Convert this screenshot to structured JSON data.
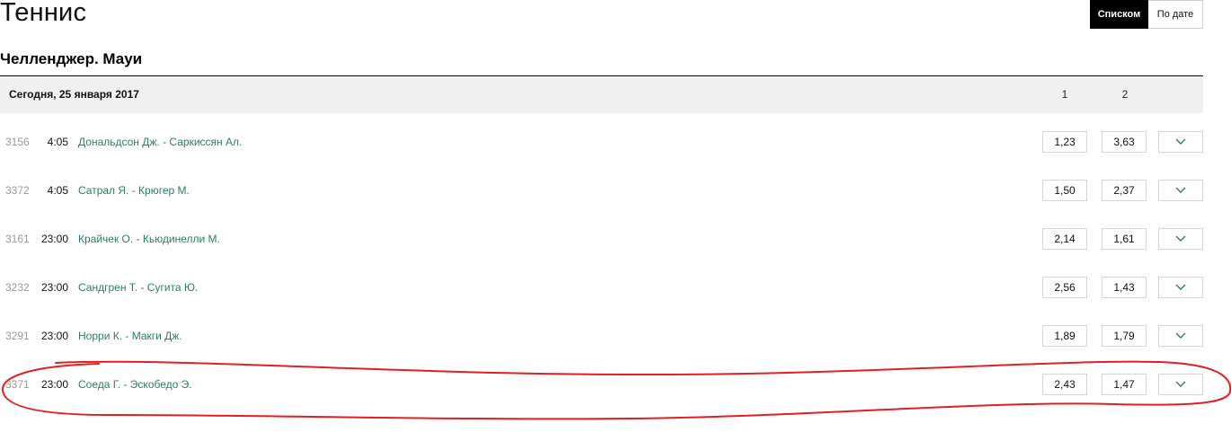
{
  "page": {
    "title": "Теннис"
  },
  "view_toggle": {
    "list_label": "Списком",
    "date_label": "По дате",
    "active": "list"
  },
  "tournament": {
    "name": "Челленджер. Мауи"
  },
  "date_header": {
    "label": "Сегодня, 25 января 2017",
    "col1": "1",
    "col2": "2"
  },
  "matches": [
    {
      "id": "3156",
      "time": "4:05",
      "teams": "Дональдсон Дж. - Саркиссян Ал.",
      "odd1": "1,23",
      "odd2": "3,63"
    },
    {
      "id": "3372",
      "time": "4:05",
      "teams": "Сатрал Я. - Крюгер М.",
      "odd1": "1,50",
      "odd2": "2,37"
    },
    {
      "id": "3161",
      "time": "23:00",
      "teams": "Крайчек О. - Кьюдинелли М.",
      "odd1": "2,14",
      "odd2": "1,61"
    },
    {
      "id": "3232",
      "time": "23:00",
      "teams": "Сандгрен Т. - Сугита Ю.",
      "odd1": "2,56",
      "odd2": "1,43"
    },
    {
      "id": "3291",
      "time": "23:00",
      "teams": "Норри К. - Макги Дж.",
      "odd1": "1,89",
      "odd2": "1,79"
    },
    {
      "id": "3371",
      "time": "23:00",
      "teams": "Соеда Г. - Эскобедо Э.",
      "odd1": "2,43",
      "odd2": "1,47"
    }
  ],
  "icons": {
    "expand": "chevron-down-icon"
  },
  "colors": {
    "team_link": "#2e7d5b",
    "chevron": "#2e7d5b",
    "annotation": "#e02020",
    "header_bg": "#f0f0f0",
    "active_toggle_bg": "#000000"
  }
}
